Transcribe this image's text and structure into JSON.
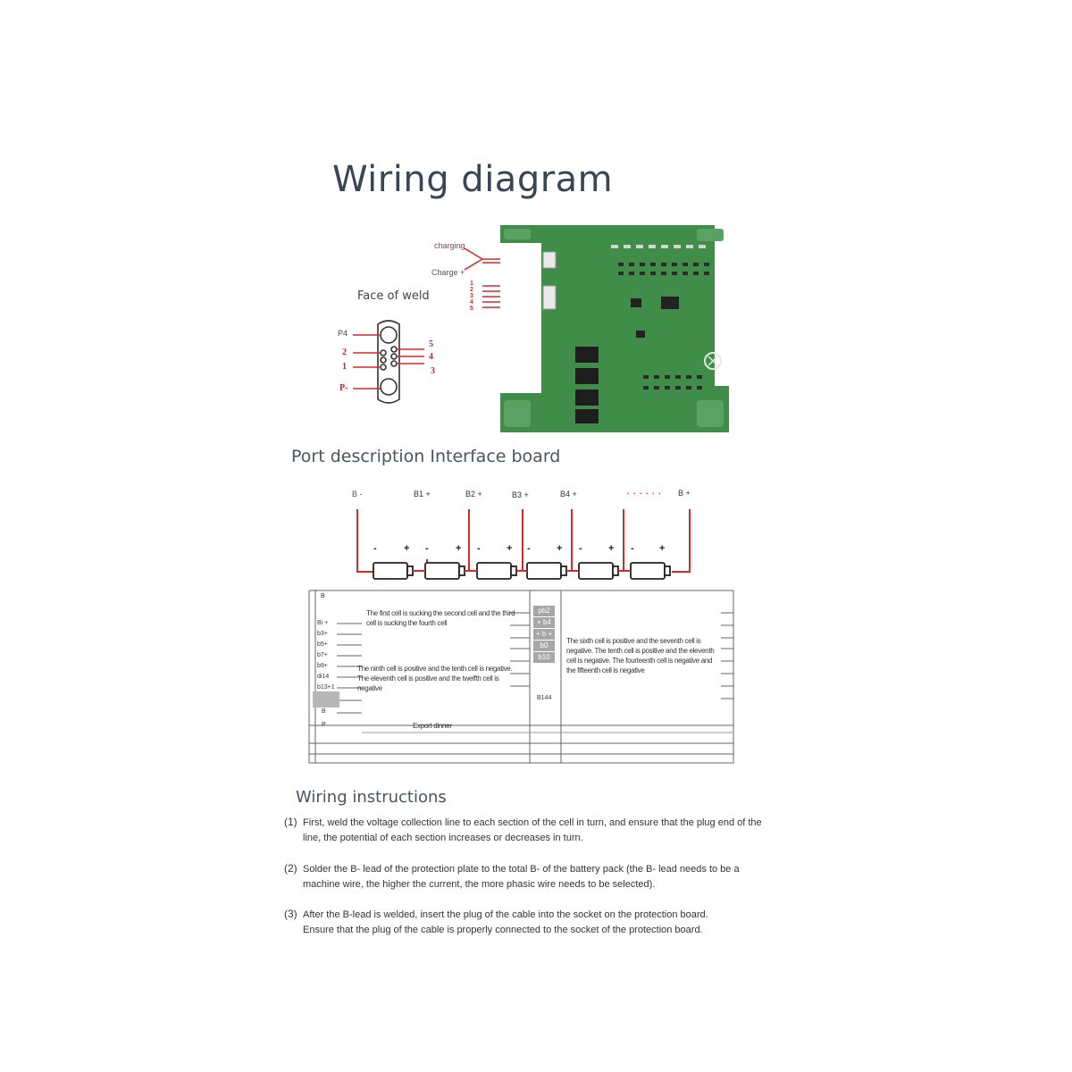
{
  "title": "Wiring diagram",
  "board_connector": {
    "charging_label": "charging",
    "charge_plus_label": "Charge +",
    "pin_numbers": [
      "1",
      "2",
      "3",
      "4",
      "5"
    ]
  },
  "face_of_weld": {
    "title": "Face of weld",
    "left_labels": [
      "P4",
      "2",
      "1",
      "P-"
    ],
    "right_labels": [
      "5",
      "4",
      "3"
    ]
  },
  "port_section": {
    "heading": "Port description Interface board",
    "top_labels": [
      "B -",
      "B1 +",
      "B2 +",
      "B3 +",
      "B4 +",
      "B +"
    ],
    "dots": ". . . . . .",
    "signs": [
      "-",
      "+",
      "-",
      "+",
      "-",
      "+",
      "-",
      "+",
      "-",
      "+",
      "-",
      "+"
    ]
  },
  "port_table": {
    "left_labels": [
      "B",
      "Bi +",
      "b3+",
      "b5+",
      "b7+",
      "b9+",
      "di14",
      "b13+1",
      "B",
      "P"
    ],
    "middle_chips": [
      "pb2",
      "+ b4",
      "+ b +",
      "b0",
      "b10"
    ],
    "middle_bottom_label": "B144",
    "note_1": "The first cell is sucking the second cell and the third cell is sucking the fourth cell",
    "note_2": "The ninth cell is positive and the tenth cell is negative. The eleventh cell is positive and the twelfth cell is negative",
    "note_3": "The sixth cell is positive and the seventh cell is negative. The tenth cell is positive and the eleventh cell is negative. The fourteenth cell is negative and the fifteenth cell is negative",
    "export_label": "Export dinner"
  },
  "instructions": {
    "heading": "Wiring instructions",
    "items": [
      {
        "num": "(1)",
        "text": "First, weld the voltage collection line to each section of the cell in turn, and ensure that the plug end of the line, the potential of each section increases or decreases in turn."
      },
      {
        "num": "(2)",
        "text": "Solder the B- lead of the protection plate to the total B- of the battery pack (the B- lead needs to be a machine wire, the higher the current, the more phasic wire needs to be selected)."
      },
      {
        "num": "(3)",
        "text": "After the B-lead is welded, insert the plug of the cable into the socket on the protection board. Ensure that the plug of the cable is properly connected to the socket of the protection board."
      }
    ]
  },
  "colors": {
    "wire_red": "#d42a2a",
    "pcb_green": "#3c8a45",
    "title_slate": "#3a4656"
  }
}
